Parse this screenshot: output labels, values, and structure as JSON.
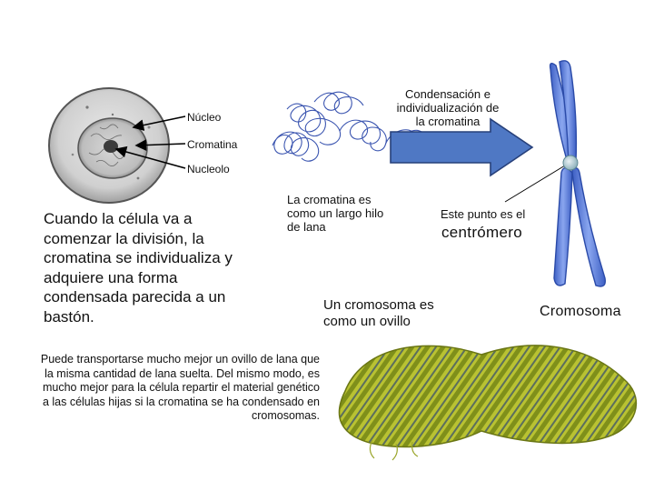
{
  "labels": {
    "nucleo": "Núcleo",
    "cromatina": "Cromatina",
    "nucleolo": "Nucleolo"
  },
  "condensation_text": "Condensación e individualización de la cromatina",
  "chromatin_wool_text": "La cromatina es como un largo hilo de lana",
  "punto_text": "Este punto es el",
  "centromero_text": "centrómero",
  "main_text": "Cuando la célula va a comenzar la división, la cromatina se individualiza y adquiere una forma condensada parecida a un bastón.",
  "ovillo_text": "Un cromosoma es como un ovillo",
  "cromosoma_text": "Cromosoma",
  "bottom_text": "Puede transportarse mucho mejor un ovillo de lana que la misma cantidad de lana suelta. Del mismo modo, es mucho mejor para la célula repartir el material genético a las células hijas si la cromatina se ha condensado en cromosomas.",
  "colors": {
    "arrow_fill": "#4f78c4",
    "chromosome_fill": "#5b7fd9",
    "chromatin_thread": "#3b55b0",
    "wool_green": "#8a9a1e",
    "wool_yellow": "#b9c232"
  }
}
